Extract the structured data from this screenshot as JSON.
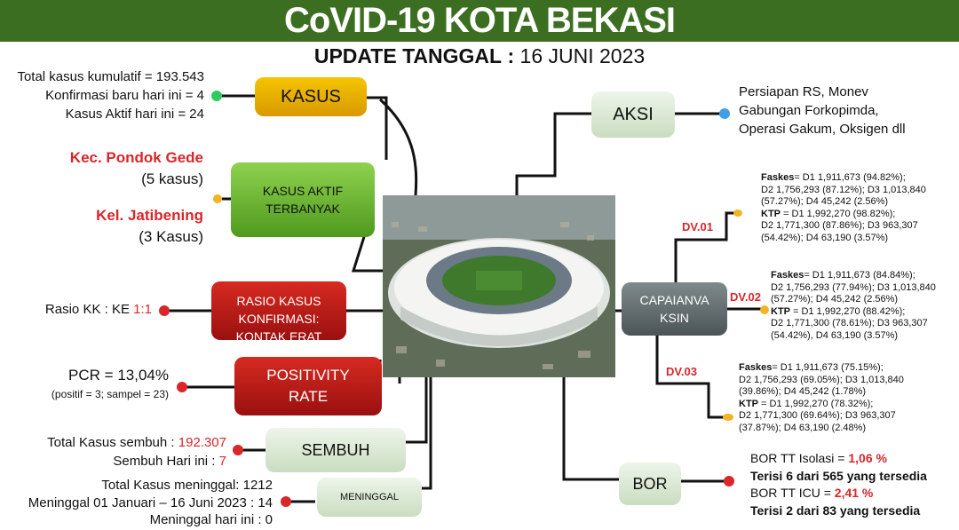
{
  "header": {
    "title": "CoVID-19 KOTA BEKASI",
    "update_label": "UPDATE TANGGAL",
    "update_sep": ":",
    "update_date": "16 JUNI 2023"
  },
  "kasus": {
    "label": "KASUS",
    "lines": [
      "Total kasus kumulatif = 193.543",
      "Konfirmasi baru hari ini = 4",
      "Kasus Aktif hari ini = 24"
    ],
    "color": "#f0b400"
  },
  "kasus_aktif": {
    "label_line1": "KASUS AKTIF",
    "label_line2": "TERBANYAK",
    "kec_name": "Kec. Pondok Gede",
    "kec_count": "(5 kasus)",
    "kel_name": "Kel. Jatibening",
    "kel_count": "(3 Kasus)",
    "color": "#6fb82e"
  },
  "rasio": {
    "label_line1": "RASIO KASUS",
    "label_line2": "KONFIRMASI:",
    "label_line3": "KONTAK ERAT",
    "text_prefix": "Rasio KK : KE",
    "text_value": "1:1",
    "color": "#c01a1a"
  },
  "positivity": {
    "label_line1": "POSITIVITY",
    "label_line2": "RATE",
    "pcr_label": "PCR =",
    "pcr_value": "13,04%",
    "detail": "(positif =  3; sampel = 23)"
  },
  "sembuh": {
    "label": "SEMBUH",
    "total_label": "Total Kasus sembuh :",
    "total_value": "192.307",
    "today_label": "Sembuh Hari ini :",
    "today_value": "7"
  },
  "meninggal": {
    "label": "MENINGGAL",
    "lines": [
      "Total Kasus meninggal: 1212",
      "Meninggal 01 Januari – 16 Juni 2023 : 14",
      "Meninggal hari ini : 0"
    ]
  },
  "aksi": {
    "label": "AKSI",
    "lines": [
      "Persiapan RS, Monev",
      "Gabungan Forkopimda,",
      "Operasi Gakum, Oksigen dll"
    ]
  },
  "capaian": {
    "label_line1": "CAPAIANVA",
    "label_line2": "KSIN",
    "dv01": {
      "tag": "DV.01",
      "faskes_label": "Faskes",
      "faskes_text": "= D1 1,911,673 (94.82%);",
      "lines_a": [
        "D2 1,756,293 (87.12%); D3 1,013,840",
        "(57.27%); D4 45,242 (2.56%)"
      ],
      "ktp_label": "KTP",
      "ktp_text": " = D1 1,992,270 (98.82%);",
      "lines_b": [
        "D2 1,771,300 (87.86%); D3 963,307",
        "(54.42%); D4 63,190 (3.57%)"
      ]
    },
    "dv02": {
      "tag": "DV.02",
      "faskes_label": "Faskes",
      "faskes_text": "= D1 1,911,673 (84.84%);",
      "lines_a": [
        "D2 1,756,293 (77.94%); D3 1,013,840",
        "(57.27%); D4 45,242 (2.56%)"
      ],
      "ktp_label": "KTP",
      "ktp_text": " = D1 1,992,270 (88.42%);",
      "lines_b": [
        "D2 1,771,300 (78.61%); D3 963,307",
        "(54.42%), D4 63,190 (3.57%)"
      ]
    },
    "dv03": {
      "tag": "DV.03",
      "faskes_label": "Faskes",
      "faskes_text": "= D1 1,911,673 (75.15%);",
      "lines_a": [
        "D2 1,756,293 (69.05%); D3 1,013,840",
        "(39.86%); D4 45,242 (1.78%)"
      ],
      "ktp_label": "KTP",
      "ktp_text": " = D1 1,992,270 (78.32%);",
      "lines_b": [
        "D2 1,771,300 (69.64%); D3 963,307",
        "(37.87%); D4 63,190 (2.48%)"
      ]
    }
  },
  "bor": {
    "label": "BOR",
    "isolasi_label": "BOR TT Isolasi =",
    "isolasi_value": "1,06 %",
    "isolasi_detail": "Terisi 6 dari 565 yang tersedia",
    "icu_label": "BOR TT ICU =",
    "icu_value": "2,41 %",
    "icu_detail": "Terisi 2 dari 83 yang tersedia"
  },
  "colors": {
    "banner": "#3c6e22",
    "red_node": "#c01a1a",
    "pale_green_node": "#dcebd6",
    "accent_red": "#d8262a"
  }
}
